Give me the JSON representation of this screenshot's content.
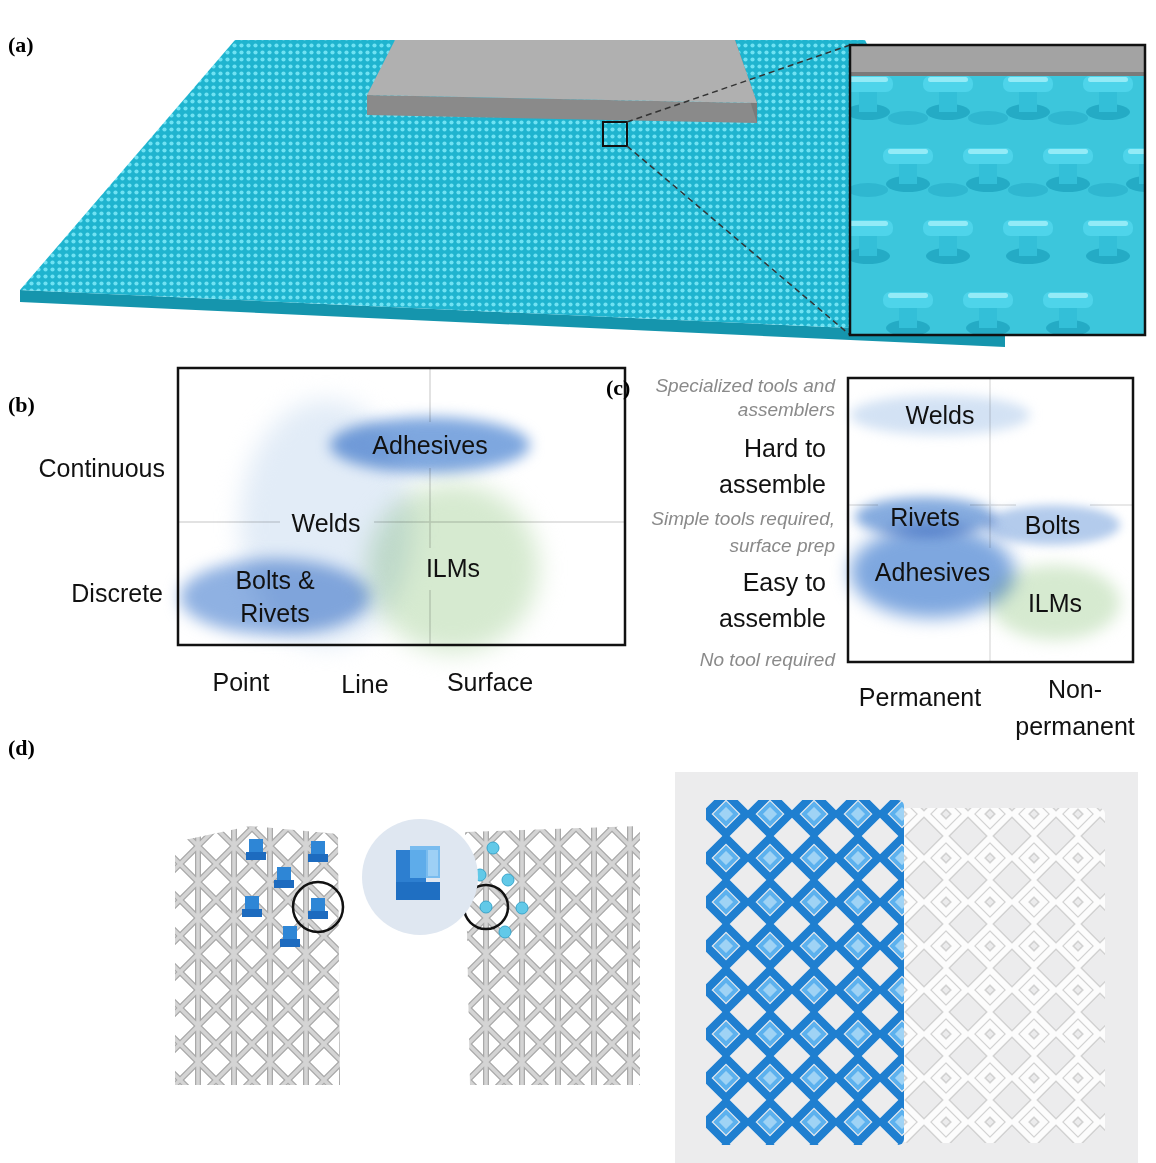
{
  "diagram": {
    "nodes": [
      {
        "text": [
          "Adhesives"
        ]
      },
      {
        "text": [
          "Welds"
        ]
      },
      {
        "text": [
          "Bolts & Rivets"
        ]
      },
      {
        "text": [
          "ILMs"
        ]
      },
      {
        "text": [
          "Welds"
        ]
      },
      {
        "text": [
          "Rivets"
        ]
      },
      {
        "text": [
          "Bolts"
        ]
      },
      {
        "text": [
          "Adhesives"
        ]
      },
      {
        "text": [
          "ILMs"
        ]
      }
    ],
    "labels": [
      "(a)",
      "(b)",
      "Continuous",
      "Discrete",
      "Point",
      "Line",
      "Surface",
      "(c)",
      "Specialized tools and assemblers",
      "Hard to assemble",
      "Simple tools required, surface prep",
      "Easy to assemble",
      "No tool required",
      "Permanent",
      "Non-permanent",
      "(d)"
    ]
  }
}
